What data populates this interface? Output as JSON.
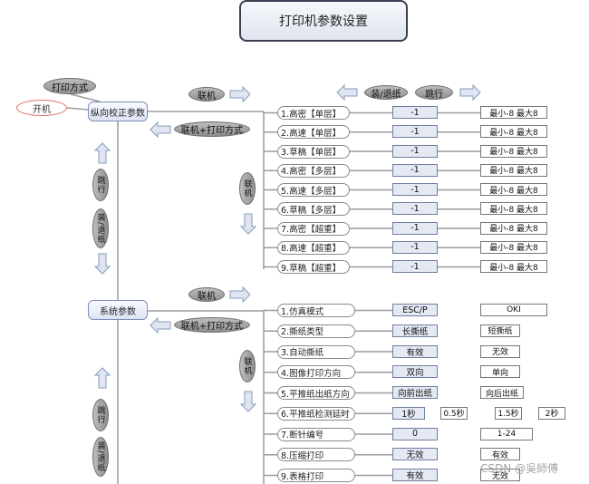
{
  "title": "打印机参数设置",
  "labels": {
    "print_mode": "打印方式",
    "power_on": "开机",
    "online": "联机",
    "online_print_mode": "联机+打印方式",
    "load_eject": "装/退纸",
    "line_feed": "跳行",
    "online_v": "联机"
  },
  "group1": {
    "title": "纵向校正参数",
    "items": [
      {
        "label": "1.高密【单层】",
        "value": "-1",
        "range": "最小-8 最大8"
      },
      {
        "label": "2.高速【单层】",
        "value": "-1",
        "range": "最小-8 最大8"
      },
      {
        "label": "3.草稿【单层】",
        "value": "-1",
        "range": "最小-8 最大8"
      },
      {
        "label": "4.高密【多层】",
        "value": "-1",
        "range": "最小-8 最大8"
      },
      {
        "label": "5.高速【多层】",
        "value": "-1",
        "range": "最小-8 最大8"
      },
      {
        "label": "6.草稿【多层】",
        "value": "-1",
        "range": "最小-8 最大8"
      },
      {
        "label": "7.高密【超重】",
        "value": "-1",
        "range": "最小-8 最大8"
      },
      {
        "label": "8.高速【超重】",
        "value": "-1",
        "range": "最小-8 最大8"
      },
      {
        "label": "9.草稿【超重】",
        "value": "-1",
        "range": "最小-8 最大8"
      }
    ]
  },
  "group2": {
    "title": "系统参数",
    "items": [
      {
        "label": "1.仿真模式",
        "value": "ESC/P",
        "options": [
          "OKI"
        ]
      },
      {
        "label": "2.撕纸类型",
        "value": "长撕纸",
        "options": [
          "短撕纸"
        ]
      },
      {
        "label": "3.自动撕纸",
        "value": "有效",
        "options": [
          "无效"
        ]
      },
      {
        "label": "4.图像打印方向",
        "value": "双向",
        "options": [
          "单向"
        ]
      },
      {
        "label": "5.平推纸出纸方向",
        "value": "向前出纸",
        "options": [
          "向后出纸"
        ]
      },
      {
        "label": "6.平推纸检测延时",
        "value": "1秒",
        "options": [
          "0.5秒",
          "1.5秒",
          "2秒"
        ]
      },
      {
        "label": "7.断针编号",
        "value": "0",
        "options": [
          "1-24"
        ]
      },
      {
        "label": "8.压缩打印",
        "value": "无效",
        "options": [
          "有效"
        ]
      },
      {
        "label": "9.表格打印",
        "value": "有效",
        "options": [
          "无效"
        ]
      }
    ]
  },
  "watermark": "CSDN @吳師傅",
  "colors": {
    "arrow_fill": "#dfe6f2",
    "arrow_stroke": "#8a9bbb",
    "line": "#9c9c9c"
  }
}
